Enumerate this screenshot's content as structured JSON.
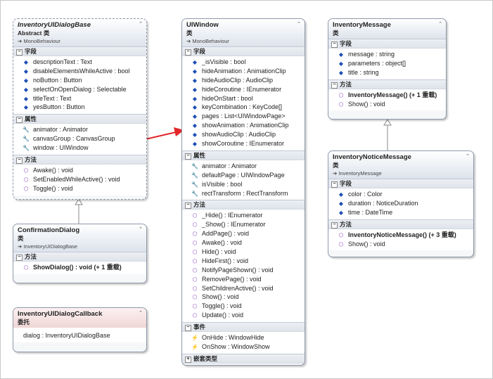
{
  "classes": {
    "inventory_ui_dialog_base": {
      "name": "InventoryUIDialogBase",
      "stereotype": "Abstract 类",
      "base": "MonoBehaviour",
      "sections": [
        {
          "label": "字段",
          "items": [
            {
              "icon": "field",
              "text": "descriptionText : Text"
            },
            {
              "icon": "field",
              "text": "disableElementsWhileActive : bool"
            },
            {
              "icon": "field",
              "text": "noButton : Button"
            },
            {
              "icon": "field",
              "text": "selectOnOpenDialog : Selectable"
            },
            {
              "icon": "field",
              "text": "titleText : Text"
            },
            {
              "icon": "field",
              "text": "yesButton : Button"
            }
          ]
        },
        {
          "label": "属性",
          "items": [
            {
              "icon": "prop",
              "text": "animator : Animator"
            },
            {
              "icon": "prop",
              "text": "canvasGroup : CanvasGroup"
            },
            {
              "icon": "prop",
              "text": "window : UIWindow"
            }
          ]
        },
        {
          "label": "方法",
          "items": [
            {
              "icon": "method",
              "text": "Awake() : void"
            },
            {
              "icon": "method",
              "text": "SetEnabledWhileActive() : void"
            },
            {
              "icon": "method",
              "text": "Toggle() : void"
            }
          ]
        }
      ]
    },
    "confirmation_dialog": {
      "name": "ConfirmationDialog",
      "stereotype": "类",
      "base": "InventoryUIDialogBase",
      "sections": [
        {
          "label": "方法",
          "items": [
            {
              "icon": "method",
              "text": "ShowDialog() : void (+ 1 重载)",
              "bold": true
            }
          ]
        }
      ]
    },
    "inventory_ui_dialog_callback": {
      "name": "InventoryUIDialogCallback",
      "stereotype": "委托",
      "items": [
        {
          "icon": "desc",
          "text": "dialog : InventoryUIDialogBase"
        }
      ]
    },
    "ui_window": {
      "name": "UIWindow",
      "stereotype": "类",
      "base": "MonoBehaviour",
      "sections": [
        {
          "label": "字段",
          "items": [
            {
              "icon": "field",
              "text": "_isVisible : bool"
            },
            {
              "icon": "field",
              "text": "hideAnimation : AnimationClip"
            },
            {
              "icon": "field",
              "text": "hideAudioClip : AudioClip"
            },
            {
              "icon": "field",
              "text": "hideCoroutine : IEnumerator"
            },
            {
              "icon": "field",
              "text": "hideOnStart : bool"
            },
            {
              "icon": "field",
              "text": "keyCombination : KeyCode[]"
            },
            {
              "icon": "field",
              "text": "pages : List<UIWindowPage>"
            },
            {
              "icon": "field",
              "text": "showAnimation : AnimationClip"
            },
            {
              "icon": "field",
              "text": "showAudioClip : AudioClip"
            },
            {
              "icon": "field",
              "text": "showCoroutine : IEnumerator"
            }
          ]
        },
        {
          "label": "属性",
          "items": [
            {
              "icon": "prop",
              "text": "animator : Animator"
            },
            {
              "icon": "prop",
              "text": "defaultPage : UIWindowPage"
            },
            {
              "icon": "prop",
              "text": "isVisible : bool"
            },
            {
              "icon": "prop",
              "text": "rectTransform : RectTransform"
            }
          ]
        },
        {
          "label": "方法",
          "items": [
            {
              "icon": "method",
              "text": "_Hide() : IEnumerator"
            },
            {
              "icon": "method",
              "text": "_Show() : IEnumerator"
            },
            {
              "icon": "method",
              "text": "AddPage() : void"
            },
            {
              "icon": "method",
              "text": "Awake() : void"
            },
            {
              "icon": "method",
              "text": "Hide() : void"
            },
            {
              "icon": "method",
              "text": "HideFirst() : void"
            },
            {
              "icon": "method",
              "text": "NotifyPageShown() : void"
            },
            {
              "icon": "method",
              "text": "RemovePage() : void"
            },
            {
              "icon": "method",
              "text": "SetChildrenActive() : void"
            },
            {
              "icon": "method",
              "text": "Show() : void"
            },
            {
              "icon": "method",
              "text": "Toggle() : void"
            },
            {
              "icon": "method",
              "text": "Update() : void"
            }
          ]
        },
        {
          "label": "事件",
          "items": [
            {
              "icon": "event",
              "text": "OnHide : WindowHide"
            },
            {
              "icon": "event",
              "text": "OnShow : WindowShow"
            }
          ]
        },
        {
          "label": "嵌套类型",
          "collapsed": true,
          "items": []
        }
      ]
    },
    "inventory_message": {
      "name": "InventoryMessage",
      "stereotype": "类",
      "sections": [
        {
          "label": "字段",
          "items": [
            {
              "icon": "field",
              "text": "message : string"
            },
            {
              "icon": "field",
              "text": "parameters : object[]"
            },
            {
              "icon": "field",
              "text": "title : string"
            }
          ]
        },
        {
          "label": "方法",
          "items": [
            {
              "icon": "method",
              "text": "InventoryMessage() (+ 1 重载)",
              "bold": true
            },
            {
              "icon": "method",
              "text": "Show() : void"
            }
          ]
        }
      ]
    },
    "inventory_notice_message": {
      "name": "InventoryNoticeMessage",
      "stereotype": "类",
      "base": "InventoryMessage",
      "sections": [
        {
          "label": "字段",
          "items": [
            {
              "icon": "field",
              "text": "color : Color"
            },
            {
              "icon": "field",
              "text": "duration : NoticeDuration"
            },
            {
              "icon": "field",
              "text": "time : DateTime"
            }
          ]
        },
        {
          "label": "方法",
          "items": [
            {
              "icon": "method",
              "text": "InventoryNoticeMessage() (+ 3 重载)",
              "bold": true
            },
            {
              "icon": "method",
              "text": "Show() : void"
            }
          ]
        }
      ]
    }
  },
  "icons": {
    "field": "field-icon",
    "prop": "property-icon",
    "method": "method-icon",
    "event": "event-icon",
    "inherit": "inherit-arrow-icon",
    "collapse": "collapse-chevron-icon"
  },
  "colors": {
    "annotation_arrow": "#e0282a",
    "field_icon": "#1e4fb3",
    "method_icon": "#8a4dbf",
    "event_icon": "#e38a0d"
  }
}
